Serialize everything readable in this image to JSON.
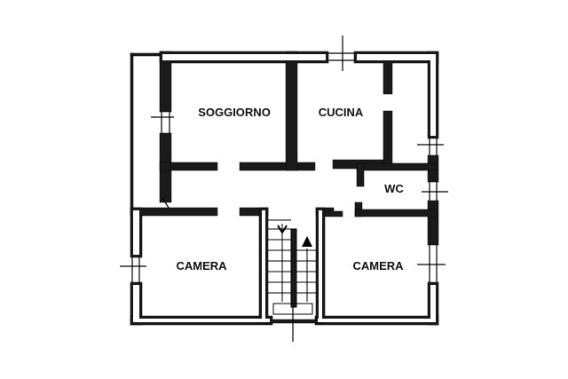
{
  "rooms": {
    "soggiorno": "SOGGIORNO",
    "cucina": "CUCINA",
    "wc": "WC",
    "camera_left": "CAMERA",
    "camera_right": "CAMERA"
  },
  "colors": {
    "wall_fill": "#1a1a1a",
    "wall_stroke": "#000000",
    "background": "#ffffff"
  },
  "icons": [
    "stair-up-arrow-icon",
    "stair-down-arrow-icon",
    "window-marker-icon"
  ]
}
